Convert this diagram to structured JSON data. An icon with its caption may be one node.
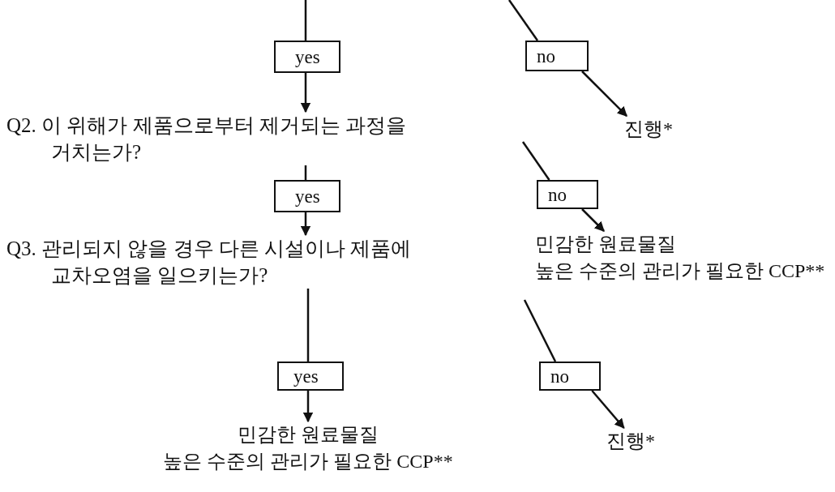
{
  "diagram": {
    "nodes": [
      {
        "text": [
          "yes"
        ]
      },
      {
        "text": [
          "no"
        ]
      },
      {
        "text": [
          "진행*"
        ]
      },
      {
        "text": [
          "Q2. 이 위해가 제품으로부터 제거되는 과정을 거치는가?"
        ]
      },
      {
        "text": [
          "yes"
        ]
      },
      {
        "text": [
          "no"
        ]
      },
      {
        "text": [
          "민감한 원료물질",
          "높은 수준의 관리가 필요한 CCP**"
        ]
      },
      {
        "text": [
          "Q3. 관리되지 않을 경우 다른 시설이나 제품에 교차오염을 일으키는가?"
        ]
      },
      {
        "text": [
          "yes"
        ]
      },
      {
        "text": [
          "no"
        ]
      },
      {
        "text": [
          "민감한 원료물질",
          "높은 수준의 관리가 필요한 CCP**"
        ]
      },
      {
        "text": [
          "진행*"
        ]
      }
    ],
    "edges": [
      {
        "from": null,
        "to": 0,
        "arrow": "none"
      },
      {
        "from": 0,
        "to": 3,
        "arrow": "to"
      },
      {
        "from": null,
        "to": 1,
        "arrow": "none"
      },
      {
        "from": 1,
        "to": 2,
        "arrow": "to"
      },
      {
        "from": 3,
        "to": 4,
        "arrow": "none"
      },
      {
        "from": 4,
        "to": 7,
        "arrow": "to"
      },
      {
        "from": null,
        "to": 5,
        "arrow": "none"
      },
      {
        "from": 5,
        "to": 6,
        "arrow": "to"
      },
      {
        "from": 7,
        "to": 8,
        "arrow": "none"
      },
      {
        "from": 8,
        "to": 10,
        "arrow": "to"
      },
      {
        "from": null,
        "to": 9,
        "arrow": "none"
      },
      {
        "from": 9,
        "to": 11,
        "arrow": "to"
      }
    ]
  }
}
